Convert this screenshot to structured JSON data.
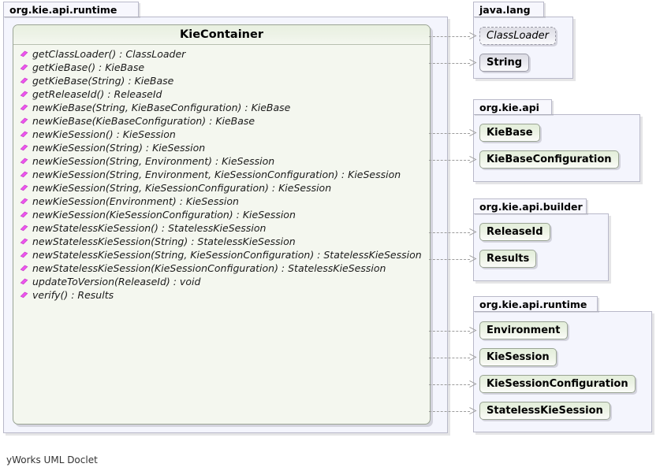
{
  "diagram": {
    "footer": "yWorks UML Doclet",
    "colors": {
      "class_body": "#f4f7ef",
      "class_header": "#e8f0e0",
      "package_body": "#f4f5fd",
      "package_tab": "#f7f7fd",
      "method_icon": "#ee55ee",
      "edge": "#9c9c9c"
    }
  },
  "main_package": {
    "name": "org.kie.api.runtime",
    "class": {
      "name": "KieContainer",
      "members": [
        {
          "icon": "method-icon",
          "signature": "getClassLoader() : ClassLoader"
        },
        {
          "icon": "method-icon",
          "signature": "getKieBase() : KieBase"
        },
        {
          "icon": "method-icon",
          "signature": "getKieBase(String) : KieBase"
        },
        {
          "icon": "method-icon",
          "signature": "getReleaseId() : ReleaseId"
        },
        {
          "icon": "method-icon",
          "signature": "newKieBase(String, KieBaseConfiguration) : KieBase"
        },
        {
          "icon": "method-icon",
          "signature": "newKieBase(KieBaseConfiguration) : KieBase"
        },
        {
          "icon": "method-icon",
          "signature": "newKieSession() : KieSession"
        },
        {
          "icon": "method-icon",
          "signature": "newKieSession(String) : KieSession"
        },
        {
          "icon": "method-icon",
          "signature": "newKieSession(String, Environment) : KieSession"
        },
        {
          "icon": "method-icon",
          "signature": "newKieSession(String, Environment, KieSessionConfiguration) : KieSession"
        },
        {
          "icon": "method-icon",
          "signature": "newKieSession(String, KieSessionConfiguration) : KieSession"
        },
        {
          "icon": "method-icon",
          "signature": "newKieSession(Environment) : KieSession"
        },
        {
          "icon": "method-icon",
          "signature": "newKieSession(KieSessionConfiguration) : KieSession"
        },
        {
          "icon": "method-icon",
          "signature": "newStatelessKieSession() : StatelessKieSession"
        },
        {
          "icon": "method-icon",
          "signature": "newStatelessKieSession(String) : StatelessKieSession"
        },
        {
          "icon": "method-icon",
          "signature": "newStatelessKieSession(String, KieSessionConfiguration) : StatelessKieSession"
        },
        {
          "icon": "method-icon",
          "signature": "newStatelessKieSession(KieSessionConfiguration) : StatelessKieSession"
        },
        {
          "icon": "method-icon",
          "signature": "updateToVersion(ReleaseId) : void"
        },
        {
          "icon": "method-icon",
          "signature": "verify() : Results"
        }
      ]
    }
  },
  "packages": [
    {
      "name": "java.lang",
      "classes": [
        {
          "name": "ClassLoader",
          "style": "gray",
          "abstract": true
        },
        {
          "name": "String",
          "style": "gray",
          "abstract": false
        }
      ]
    },
    {
      "name": "org.kie.api",
      "classes": [
        {
          "name": "KieBase",
          "style": "green",
          "abstract": false
        },
        {
          "name": "KieBaseConfiguration",
          "style": "green",
          "abstract": false
        }
      ]
    },
    {
      "name": "org.kie.api.builder",
      "classes": [
        {
          "name": "ReleaseId",
          "style": "green",
          "abstract": false
        },
        {
          "name": "Results",
          "style": "green",
          "abstract": false
        }
      ]
    },
    {
      "name": "org.kie.api.runtime",
      "classes": [
        {
          "name": "Environment",
          "style": "green",
          "abstract": false
        },
        {
          "name": "KieSession",
          "style": "green",
          "abstract": false
        },
        {
          "name": "KieSessionConfiguration",
          "style": "green",
          "abstract": false
        },
        {
          "name": "StatelessKieSession",
          "style": "green",
          "abstract": false
        }
      ]
    }
  ]
}
